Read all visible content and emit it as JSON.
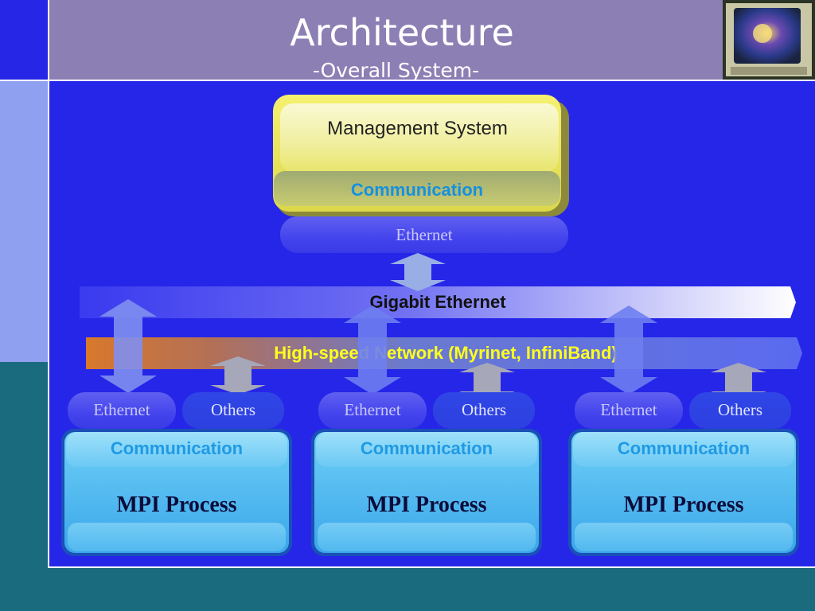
{
  "slide": {
    "title": "Architecture",
    "subtitle": "-Overall System-"
  },
  "management": {
    "label": "Management System",
    "communication": "Communication",
    "interface": "Ethernet"
  },
  "networks": {
    "gigabit": "Gigabit Ethernet",
    "highspeed": "High-speed Network (Myrinet, InfiniBand)"
  },
  "nodes": [
    {
      "interface_1": "Ethernet",
      "interface_2": "Others",
      "communication": "Communication",
      "process": "MPI Process"
    },
    {
      "interface_1": "Ethernet",
      "interface_2": "Others",
      "communication": "Communication",
      "process": "MPI Process"
    },
    {
      "interface_1": "Ethernet",
      "interface_2": "Others",
      "communication": "Communication",
      "process": "MPI Process"
    }
  ],
  "colors": {
    "title_band": "#8c7fb4",
    "main_background": "#2626e8",
    "management_box": "#f0ec6a",
    "communication_text": "#1690e0",
    "highspeed_text": "#ffff1e",
    "process_box": "#4ab4ee"
  },
  "icons": {
    "corner_image": "computer-monitor-image"
  }
}
